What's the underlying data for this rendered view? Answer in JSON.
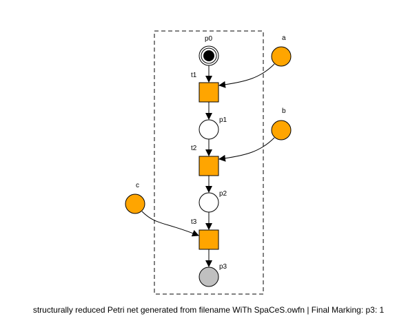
{
  "caption": "structurally reduced Petri net generated from filename WiTh SpaCeS.owfn | Final Marking: p3: 1",
  "colors": {
    "transition_fill": "#ffa500",
    "interface_place_fill": "#ffa500",
    "place_fill": "#ffffff",
    "final_place_fill": "#c0c0c0",
    "token": "#000000",
    "stroke": "#000000"
  },
  "places": [
    {
      "id": "p0",
      "label": "p0",
      "kind": "initial",
      "tokens": 1
    },
    {
      "id": "p1",
      "label": "p1",
      "kind": "internal",
      "tokens": 0
    },
    {
      "id": "p2",
      "label": "p2",
      "kind": "internal",
      "tokens": 0
    },
    {
      "id": "p3",
      "label": "p3",
      "kind": "final",
      "tokens": 0
    },
    {
      "id": "a",
      "label": "a",
      "kind": "interface",
      "tokens": 0
    },
    {
      "id": "b",
      "label": "b",
      "kind": "interface",
      "tokens": 0
    },
    {
      "id": "c",
      "label": "c",
      "kind": "interface",
      "tokens": 0
    }
  ],
  "transitions": [
    {
      "id": "t1",
      "label": "t1"
    },
    {
      "id": "t2",
      "label": "t2"
    },
    {
      "id": "t3",
      "label": "t3"
    }
  ],
  "arcs": [
    {
      "from": "p0",
      "to": "t1"
    },
    {
      "from": "t1",
      "to": "p1"
    },
    {
      "from": "p1",
      "to": "t2"
    },
    {
      "from": "t2",
      "to": "p2"
    },
    {
      "from": "p2",
      "to": "t3"
    },
    {
      "from": "t3",
      "to": "p3"
    },
    {
      "from": "a",
      "to": "t1"
    },
    {
      "from": "b",
      "to": "t2"
    },
    {
      "from": "c",
      "to": "t3"
    }
  ]
}
